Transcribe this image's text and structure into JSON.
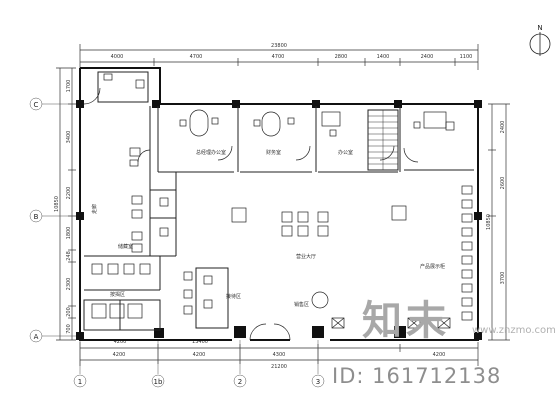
{
  "dimensions": {
    "top_total": "23800",
    "top_segments": [
      "4000",
      "4700",
      "4700",
      "2800",
      "1400",
      "2400",
      "1100"
    ],
    "bottom_total": "21200",
    "bottom_segments": [
      "4200",
      "4200",
      "4300",
      "4200"
    ],
    "bottom_small": [
      "13400",
      "4200"
    ],
    "left": [
      "1700",
      "3400",
      "2200",
      "1800",
      "248",
      "2300",
      "200",
      "700"
    ],
    "left_total": "10850",
    "right": [
      "2400",
      "2600",
      "3700"
    ],
    "right_total": "10850"
  },
  "grid_axes": {
    "rows": [
      "C",
      "B",
      "A"
    ],
    "columns": [
      "1",
      "1b",
      "2",
      "3"
    ]
  },
  "rooms": {
    "office_1": "总经理办公室",
    "office_2": "财务室",
    "office_3": "办公室",
    "corridor": "走廊",
    "hall": "营业大厅",
    "display": "产品展示柜",
    "reception": "接待区",
    "sales": "销售区",
    "mortgage": "按揭区",
    "storage": "储藏室"
  },
  "north_label": "N",
  "watermark": {
    "logo_text": "知末",
    "site_text": "www.znzmo.com",
    "id_text": "ID: 161712138"
  }
}
